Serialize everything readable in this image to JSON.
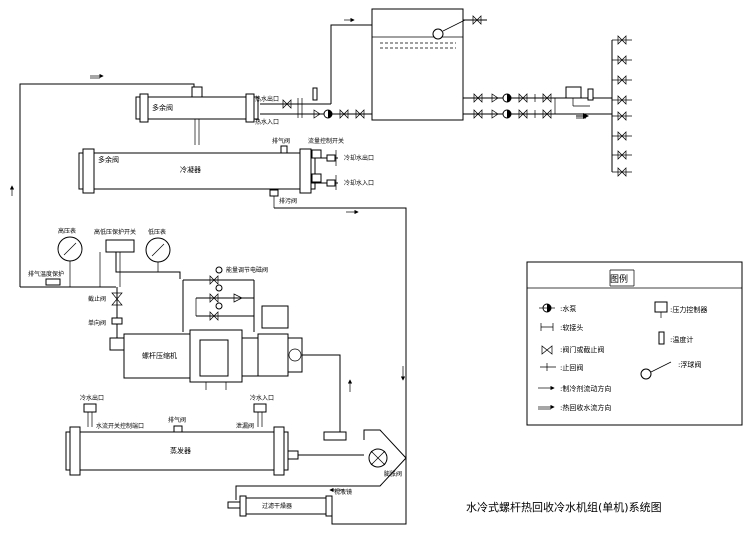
{
  "diagram": {
    "title": "水冷式螺杆热回收冷水机组(单机)系统图",
    "components": {
      "expansion_valve_top": "多余阀",
      "hot_water_outlet": "热水出口",
      "hot_water_inlet": "热水入口",
      "vent_valve": "排气阀",
      "condenser_label_top": "冷凝器",
      "multi_valve_left": "多余阀",
      "water_flow_switch_top": "流量控制开关",
      "chilled_water_out": "冷却水出口",
      "chilled_water_in": "冷却水入口",
      "drain_valve": "排污阀",
      "high_pressure_gauge": "高压表",
      "high_low_switch": "高低压保护开关",
      "low_pressure_gauge": "低压表",
      "exhaust_temp": "排气温度保护",
      "shutoff_valve": "截止阀",
      "check_valve": "单向阀",
      "solenoid_label": "能量调节电磁阀",
      "compressor": "螺杆压缩机",
      "evap_water_out": "冷水出口",
      "evap_water_in": "冷水入口",
      "evap_flow_switch": "水流开关控制端口",
      "evap_vent": "排气阀",
      "evap_drain": "泄漏阀",
      "evaporator": "蒸发器",
      "expansion_valve": "膨胀阀",
      "filter_drier": "过滤干燥器",
      "sight_glass": "视液镜"
    },
    "legend": {
      "title": "图例",
      "items": [
        {
          "symbol": "water-pump",
          "label": ":水泵"
        },
        {
          "symbol": "flexible-joint",
          "label": ":软接头"
        },
        {
          "symbol": "gate-valve",
          "label": ":阀门或截止阀"
        },
        {
          "symbol": "check-valve",
          "label": ":止回阀"
        },
        {
          "symbol": "refrigerant-flow",
          "label": ":制冷剂流动方向"
        },
        {
          "symbol": "hot-water-flow",
          "label": ":热回收水流方向"
        },
        {
          "symbol": "pressure-controller",
          "label": ":压力控制器"
        },
        {
          "symbol": "thermometer",
          "label": ":温度计"
        },
        {
          "symbol": "float-valve",
          "label": ":浮球阀"
        }
      ]
    }
  }
}
